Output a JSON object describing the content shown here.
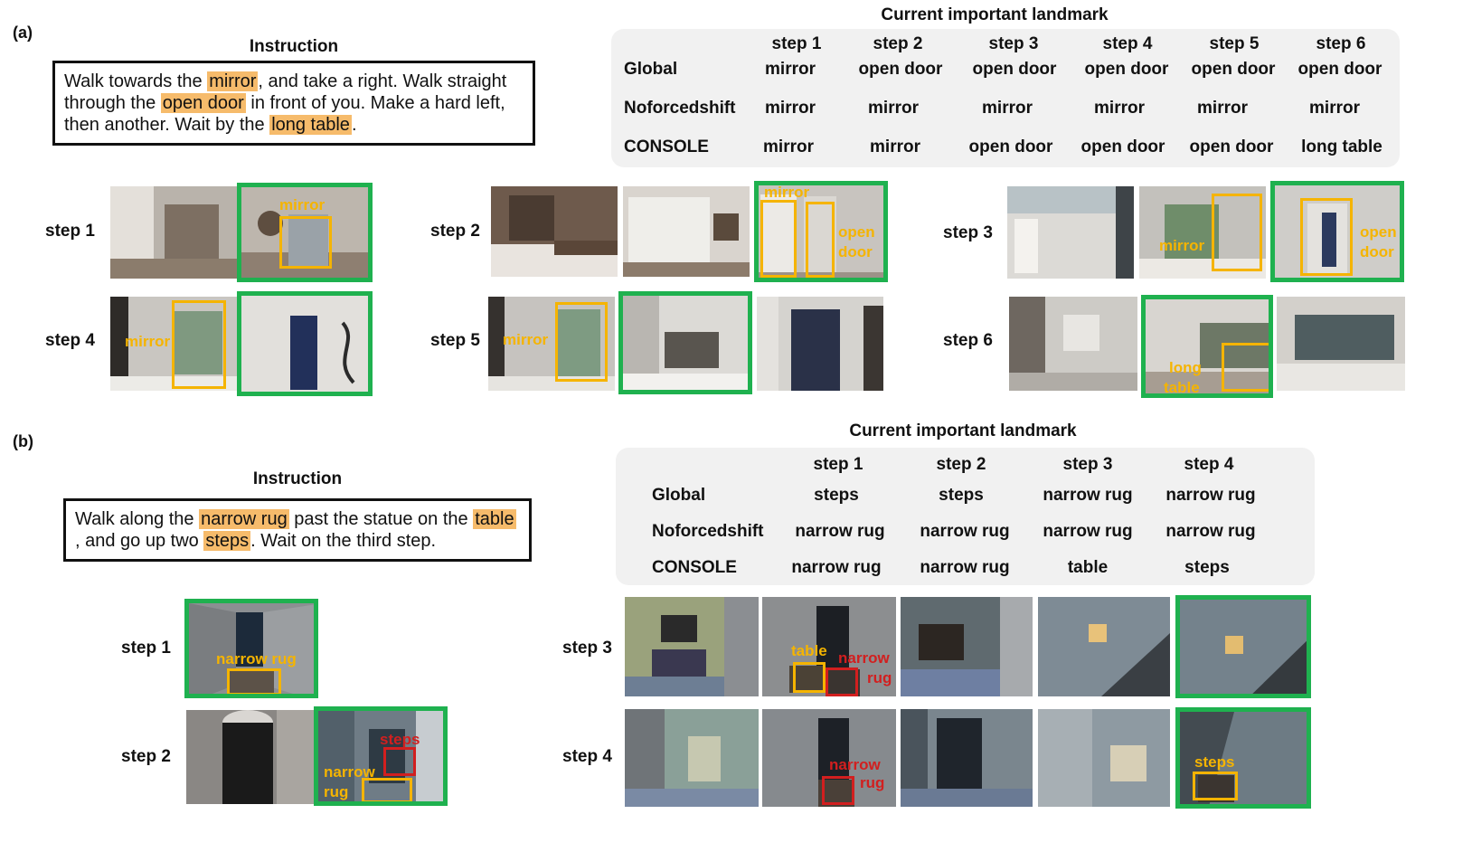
{
  "panel_a": {
    "label": "(a)",
    "instruction_heading": "Instruction",
    "instruction": {
      "p1": "Walk towards the ",
      "h1": "mirror",
      "p2": ", and take a right. Walk straight through the ",
      "h2": "open door",
      "p3": " in front of you. Make a hard left, then another. Wait by the ",
      "h3": "long table",
      "p4": "."
    },
    "table_heading": "Current important landmark",
    "table": {
      "columns": [
        "step 1",
        "step 2",
        "step 3",
        "step 4",
        "step 5",
        "step 6"
      ],
      "rows": [
        {
          "name": "Global",
          "values": [
            "mirror",
            "open door",
            "open door",
            "open door",
            "open door",
            "open door"
          ]
        },
        {
          "name": "Noforcedshift",
          "values": [
            "mirror",
            "mirror",
            "mirror",
            "mirror",
            "mirror",
            "mirror"
          ]
        },
        {
          "name": "CONSOLE",
          "values": [
            "mirror",
            "mirror",
            "open door",
            "open door",
            "open door",
            "long table"
          ]
        }
      ]
    },
    "steps": [
      "step 1",
      "step 2",
      "step 3",
      "step 4",
      "step 5",
      "step 6"
    ],
    "box_labels": {
      "s1_mirror": "mirror",
      "s2_mirror": "mirror",
      "s2_open": "open",
      "s2_door": "door",
      "s3_mirror": "mirror",
      "s3_open": "open",
      "s3_door": "door",
      "s4_mirror": "mirror",
      "s5_mirror": "mirror",
      "s6_long": "long",
      "s6_table": "table"
    }
  },
  "panel_b": {
    "label": "(b)",
    "instruction_heading": "Instruction",
    "instruction": {
      "p1": "Walk along the ",
      "h1": "narrow rug",
      "p2": " past the statue on the ",
      "h2": "table",
      "p3": " , and go up two ",
      "h3": "steps",
      "p4": ". Wait on the third step."
    },
    "table_heading": "Current important landmark",
    "table": {
      "columns": [
        "step 1",
        "step 2",
        "step 3",
        "step 4"
      ],
      "rows": [
        {
          "name": "Global",
          "values": [
            "steps",
            "steps",
            "narrow rug",
            "narrow rug"
          ]
        },
        {
          "name": "Noforcedshift",
          "values": [
            "narrow rug",
            "narrow rug",
            "narrow rug",
            "narrow rug"
          ]
        },
        {
          "name": "CONSOLE",
          "values": [
            "narrow rug",
            "narrow rug",
            "table",
            "steps"
          ]
        }
      ]
    },
    "steps": [
      "step 1",
      "step 2",
      "step 3",
      "step 4"
    ],
    "box_labels": {
      "s1_narrow_rug": "narrow rug",
      "s2_steps": "steps",
      "s2_narrow": "narrow",
      "s2_rug": "rug",
      "s3_table": "table",
      "s3_narrow": "narrow",
      "s3_rug": "rug",
      "s4_narrow": "narrow",
      "s4_rug": "rug",
      "s4_steps": "steps"
    }
  },
  "colors": {
    "highlight": "#f6bb6b",
    "selected_view_border": "#1fb14f",
    "landmark_box": "#f5b400",
    "alt_landmark_box": "#d21f1f",
    "table_background": "#f1f1f1"
  }
}
